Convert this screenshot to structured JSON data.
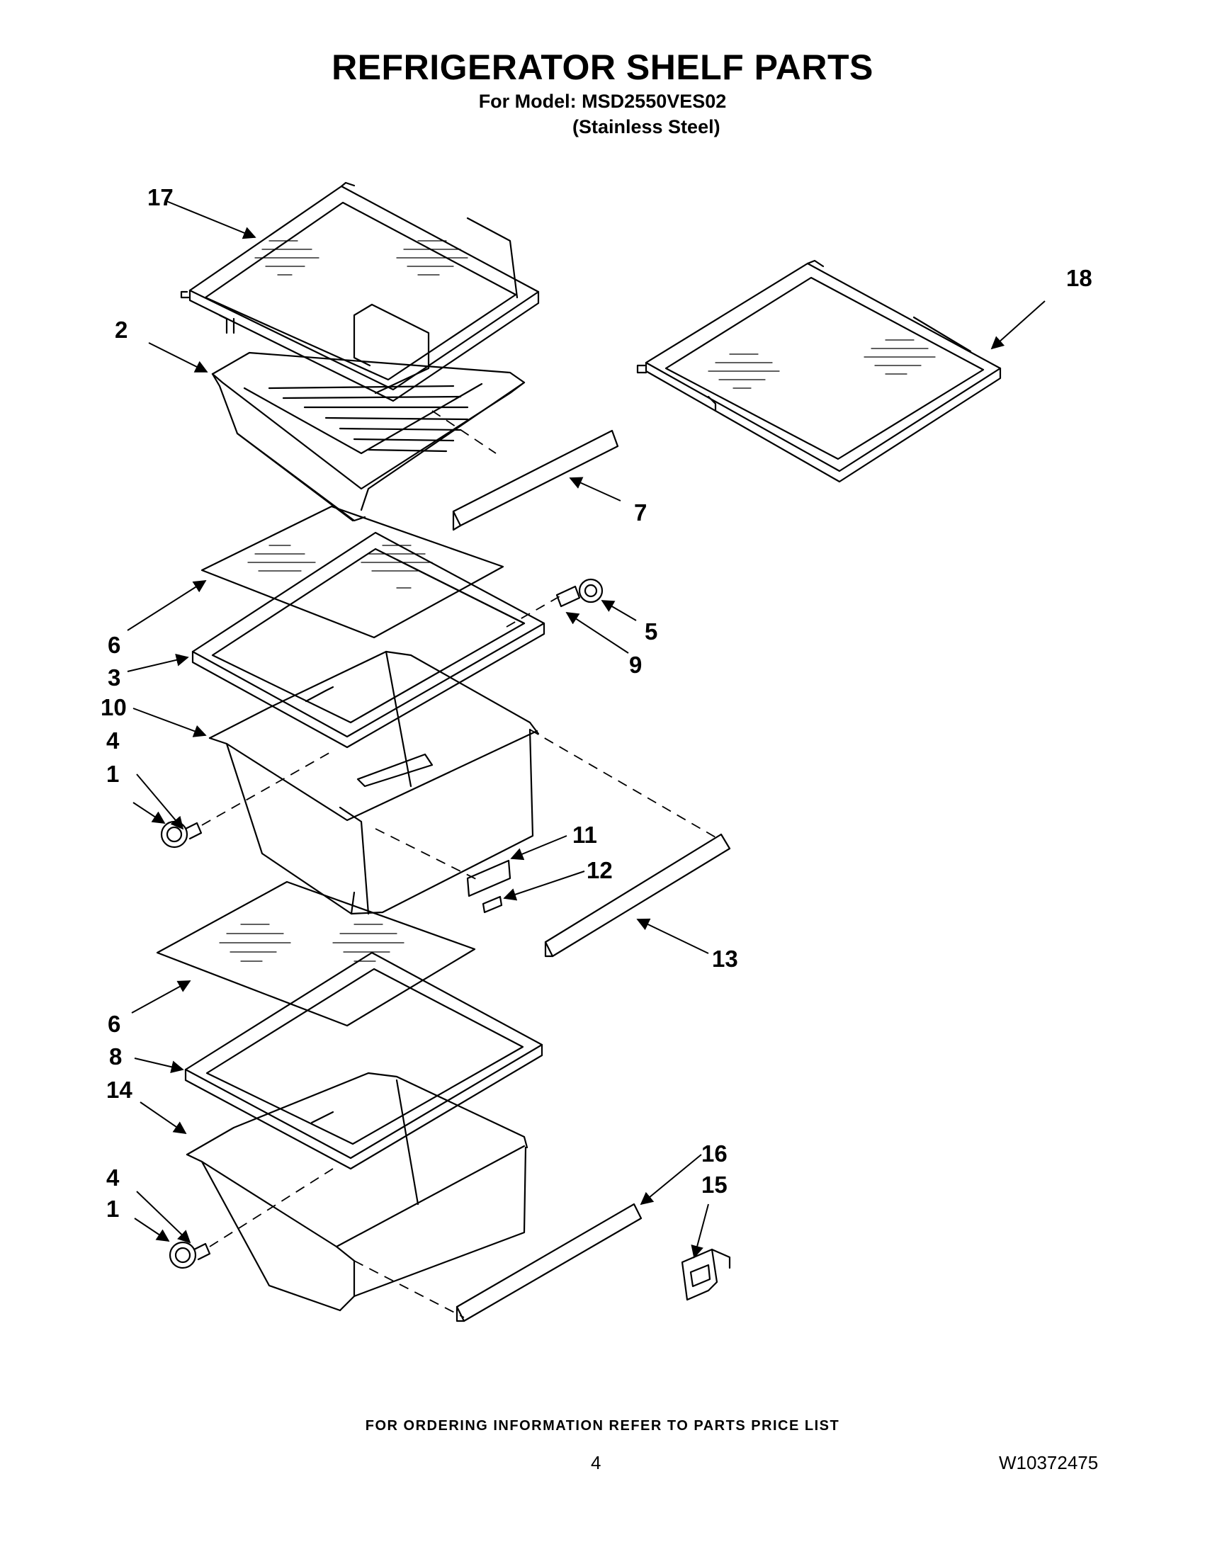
{
  "header": {
    "title": "REFRIGERATOR SHELF PARTS",
    "model_line": "For Model: MSD2550VES02",
    "finish_line": "(Stainless Steel)"
  },
  "callouts": {
    "c17": "17",
    "c18": "18",
    "c2": "2",
    "c7": "7",
    "c6a": "6",
    "c3": "3",
    "c5": "5",
    "c9": "9",
    "c10": "10",
    "c4a": "4",
    "c1a": "1",
    "c11": "11",
    "c12": "12",
    "c13": "13",
    "c6b": "6",
    "c8": "8",
    "c14": "14",
    "c4b": "4",
    "c1b": "1",
    "c16": "16",
    "c15": "15"
  },
  "footer": {
    "ordering_note": "FOR ORDERING INFORMATION REFER TO PARTS PRICE LIST",
    "page_number": "4",
    "document_number": "W10372475"
  }
}
